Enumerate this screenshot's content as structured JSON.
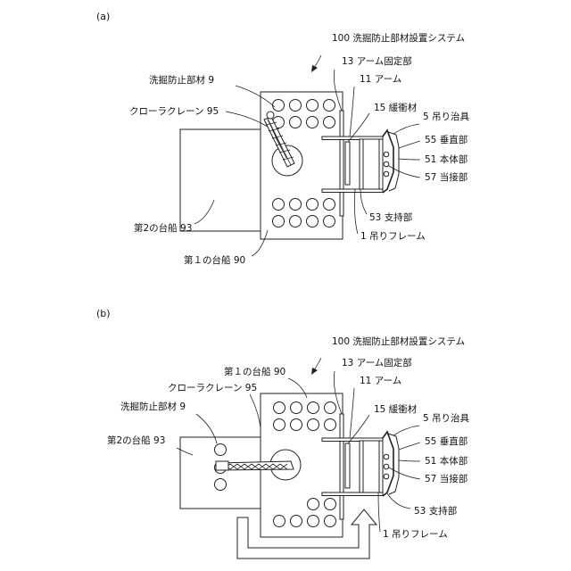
{
  "panels": [
    {
      "label": "(a)",
      "labels": {
        "system": "100 洗掘防止部材設置システム",
        "arm_fixing": "13 アーム固定部",
        "arm": "11 アーム",
        "buffer": "15 緩衝材",
        "hanging_jig": "5 吊り治具",
        "vertical": "55 垂直部",
        "body": "51 本体部",
        "contact": "57 当接部",
        "support": "53 支持部",
        "frame": "1 吊りフレーム",
        "scour_member": "洗掘防止部材 9",
        "crane": "クローラクレーン 95",
        "barge2": "第2の台船 93",
        "barge1": "第１の台船 90"
      }
    },
    {
      "label": "(b)",
      "labels": {
        "system": "100 洗掘防止部材設置システム",
        "arm_fixing": "13 アーム固定部",
        "barge1": "第１の台船 90",
        "arm": "11 アーム",
        "crane": "クローラクレーン 95",
        "buffer": "15 緩衝材",
        "scour_member": "洗掘防止部材 9",
        "hanging_jig": "5 吊り治具",
        "barge2": "第2の台船 93",
        "vertical": "55 垂直部",
        "body": "51 本体部",
        "contact": "57 当接部",
        "support": "53 支持部",
        "frame": "1 吊りフレーム"
      }
    }
  ]
}
